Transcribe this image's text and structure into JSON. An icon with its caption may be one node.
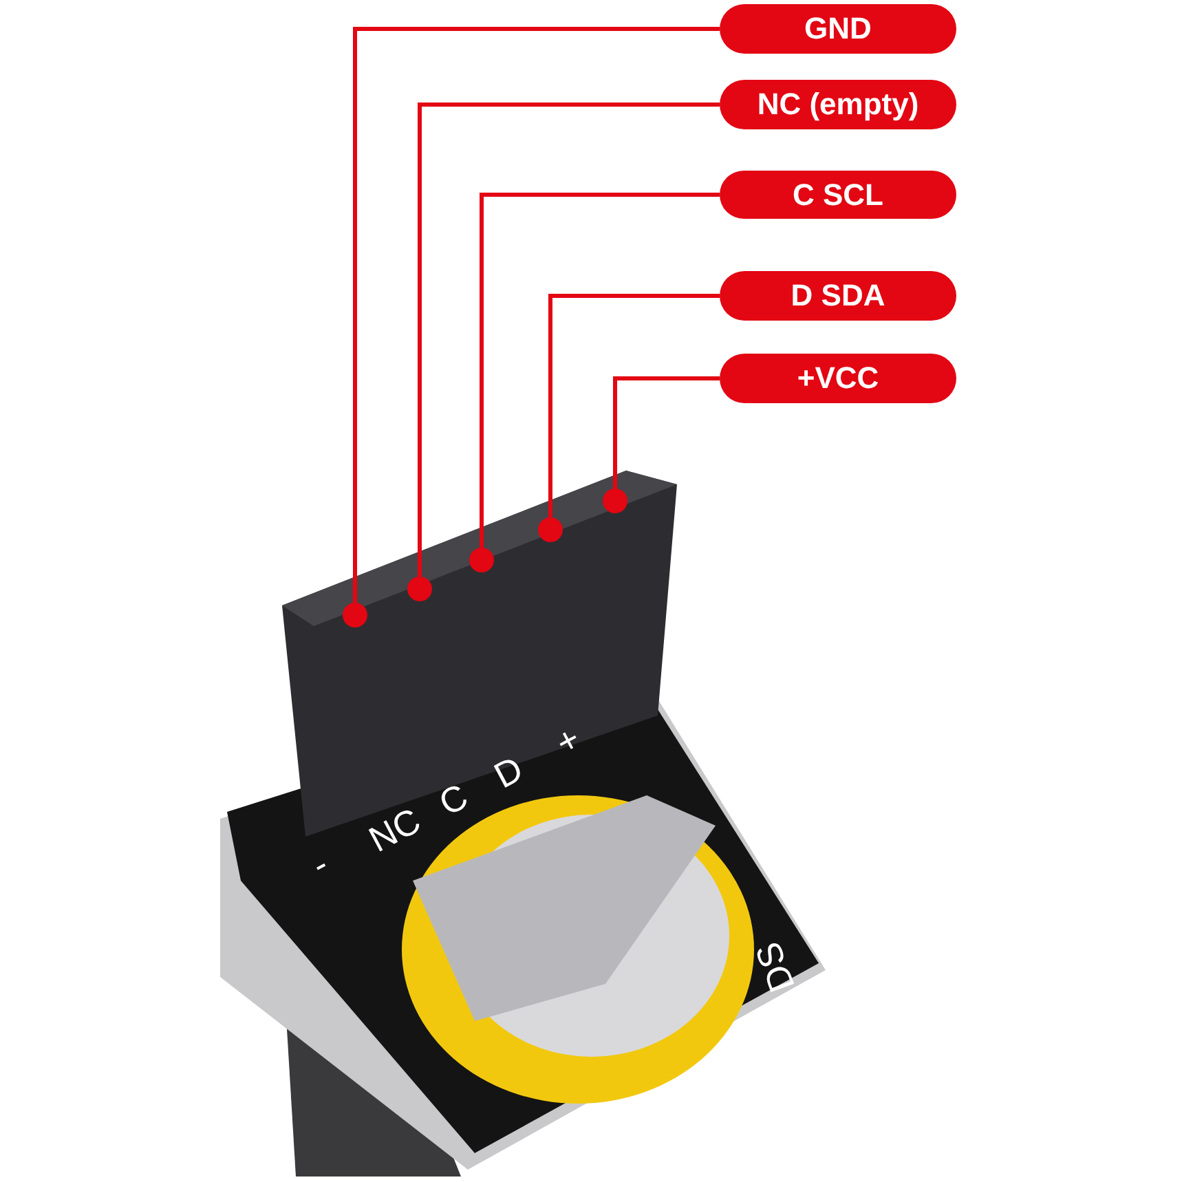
{
  "diagram": {
    "nodes": [
      {
        "text": [
          "GND"
        ]
      },
      {
        "text": [
          "NC (empty)"
        ]
      },
      {
        "text": [
          "C SCL"
        ]
      },
      {
        "text": [
          "D SDA"
        ]
      },
      {
        "text": [
          "+VCC"
        ]
      },
      {
        "text": [],
        "shape": "circle"
      },
      {
        "text": [],
        "shape": "circle"
      },
      {
        "text": [],
        "shape": "circle"
      },
      {
        "text": [],
        "shape": "circle"
      },
      {
        "text": [],
        "shape": "circle"
      }
    ],
    "edges": [
      {
        "from": 0,
        "to": 5,
        "arrow": "none"
      },
      {
        "from": 1,
        "to": 6,
        "arrow": "none"
      },
      {
        "from": 2,
        "to": 7,
        "arrow": "none"
      },
      {
        "from": 3,
        "to": 8,
        "arrow": "none"
      },
      {
        "from": 4,
        "to": 9,
        "arrow": "none"
      }
    ],
    "labels": [
      "-",
      "NC",
      "C",
      "D",
      "+",
      "DS"
    ]
  }
}
